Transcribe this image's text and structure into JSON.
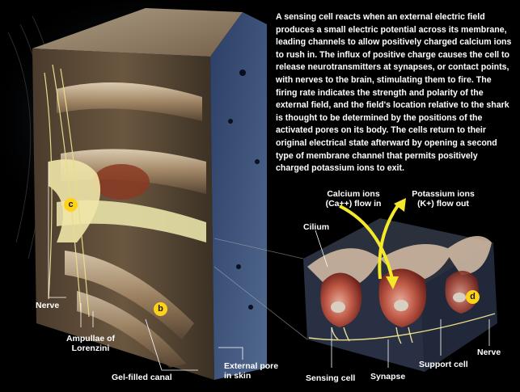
{
  "description": "A sensing cell reacts when an external electric field produces a small electric potential across its membrane, leading channels to allow positively charged calcium ions to rush in. The influx of positive charge causes the cell to release neurotransmitters at synapses, or contact points, with nerves to the brain, stimulating them to fire. The firing rate indicates the strength and polarity of the external field, and the field's location relative to the shark is thought to be determined by the positions of the activated pores on its body. The cells return to their original electrical state afterward by opening a second type of membrane channel that permits positively charged potassium ions to exit.",
  "labels": {
    "nerve_left": "Nerve",
    "ampullae_line1": "Ampullae of",
    "ampullae_line2": "Lorenzini",
    "gel_canal": "Gel-filled canal",
    "pore_line1": "External pore",
    "pore_line2": "in skin",
    "calcium_line1": "Calcium ions",
    "calcium_line2": "(Ca++) flow in",
    "potassium_line1": "Potassium ions",
    "potassium_line2": "(K+) flow out",
    "cilium": "Cilium",
    "sensing_cell": "Sensing cell",
    "synapse": "Synapse",
    "support_cell": "Support cell",
    "nerve_right": "Nerve"
  },
  "badges": {
    "b": "b",
    "c": "c",
    "d": "d"
  },
  "colors": {
    "background": "#000000",
    "badge": "#ffd21a",
    "arrow": "#f4e82a",
    "cell_red": "#b84a3c",
    "tissue_blue": "#3a4f78"
  }
}
